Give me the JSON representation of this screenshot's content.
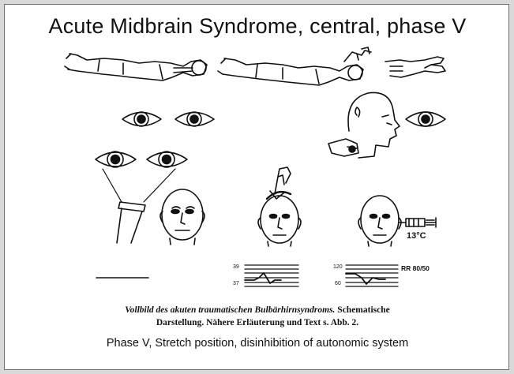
{
  "title": "Acute Midbrain Syndrome, central, phase V",
  "caption": {
    "italic": "Vollbild des akuten traumatischen Bulbärhirnsyndroms.",
    "line1_rest": "Schematische",
    "line2": "Darstellung.  Nähere Erläuterung und Text s. Abb. 2."
  },
  "subtitle": "Phase V, Stretch position, disinhibition of autonomic system",
  "labels": {
    "temperature": "13°C",
    "blood_pressure": "RR 80/50",
    "temp_chart_upper": "39",
    "temp_chart_lower": "37",
    "pulse_chart_upper": "120",
    "pulse_chart_lower": "60"
  }
}
